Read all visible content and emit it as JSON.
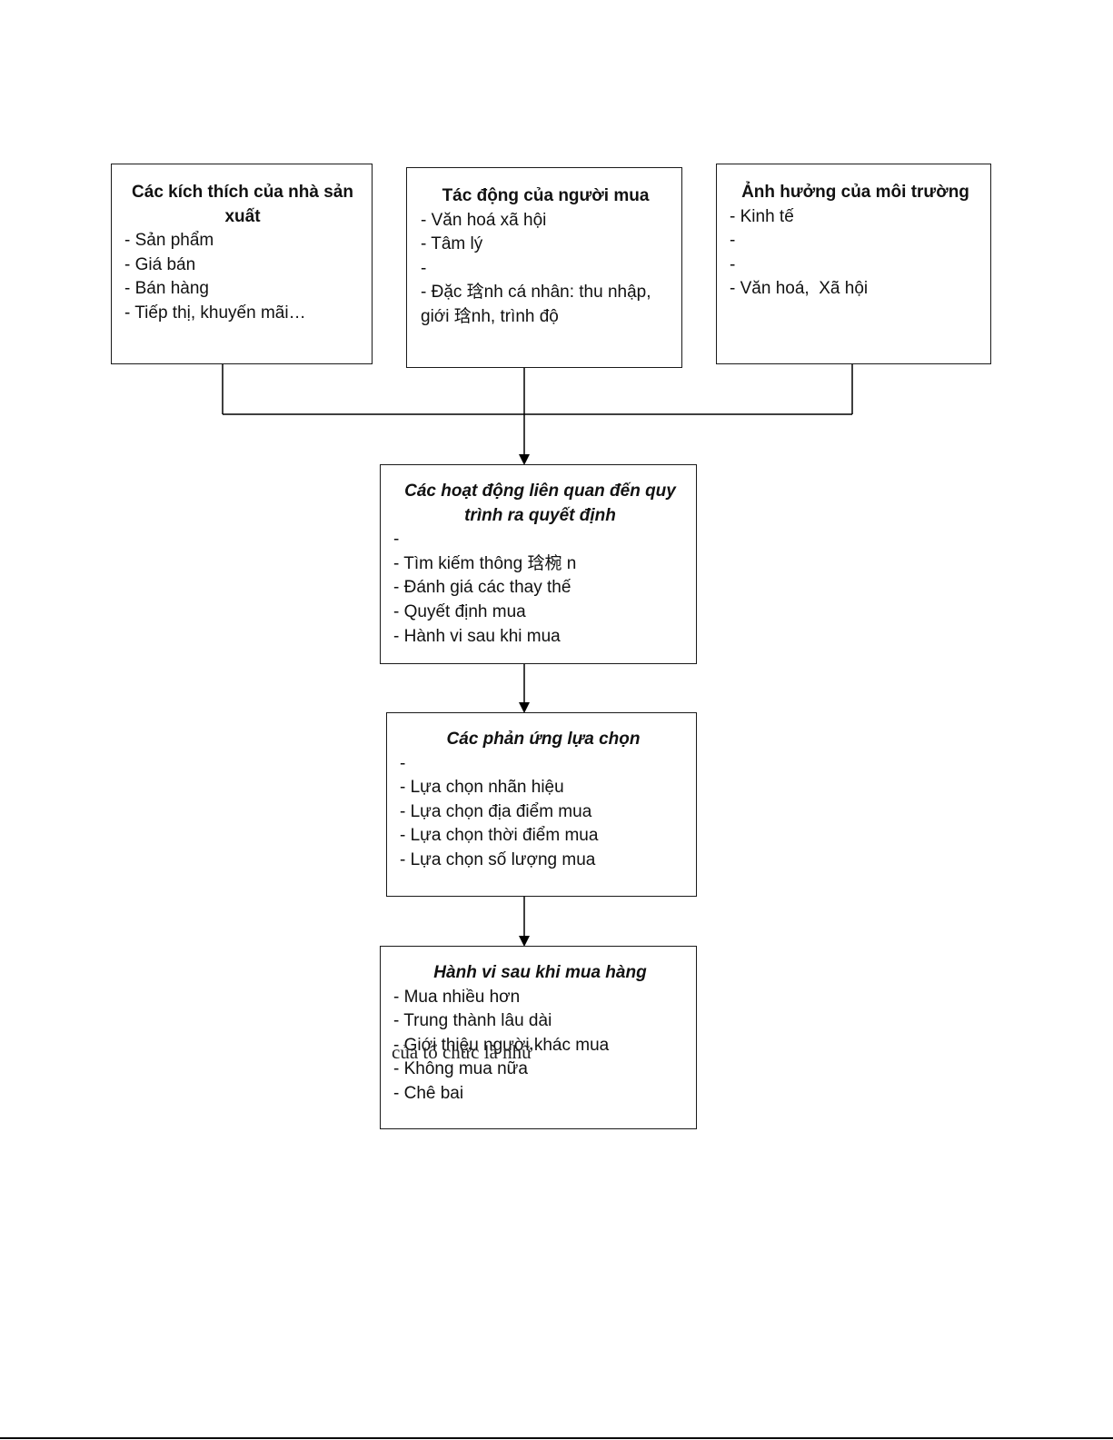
{
  "diagram": {
    "box_manufacturer": {
      "title": "Các kích thích của nhà sản xuất",
      "lines": [
        "- Sản phẩm",
        "- Giá bán",
        "- Bán hàng",
        "- Tiếp thị, khuyến mãi…"
      ]
    },
    "box_buyer": {
      "title": "Tác động của người mua",
      "lines": [
        "- Văn hoá xã hội",
        "- Tâm lý",
        "-",
        "- Đặc 琀nh cá nhân: thu nhập,",
        "giới 琀nh, trình độ"
      ]
    },
    "box_environment": {
      "title": "Ảnh hưởng của môi trường",
      "lines": [
        "- Kinh tế",
        "-",
        "-",
        "- Văn hoá,  Xã hội"
      ]
    },
    "box_decision": {
      "title": "Các hoạt động liên quan đến quy trình ra quyết định",
      "lines": [
        "-",
        "- Tìm kiếm thông 琀椀 n",
        "- Đánh giá các thay thế",
        "- Quyết định mua",
        "- Hành vi sau khi mua"
      ]
    },
    "box_choice": {
      "title": "Các phản ứng lựa chọn",
      "lines": [
        "-",
        "- Lựa chọn nhãn hiệu",
        "- Lựa chọn địa điểm mua",
        "- Lựa chọn thời điểm mua",
        "- Lựa chọn số lượng mua"
      ]
    },
    "box_after": {
      "title": "Hành vi sau khi mua hàng",
      "lines": [
        "- Mua nhiều hơn",
        "- Trung thành lâu dài",
        "- Giới thiệu người khác mua",
        "- Không mua nữa",
        "- Chê bai"
      ]
    },
    "overlay_text": "của tổ chức là nhữ"
  }
}
